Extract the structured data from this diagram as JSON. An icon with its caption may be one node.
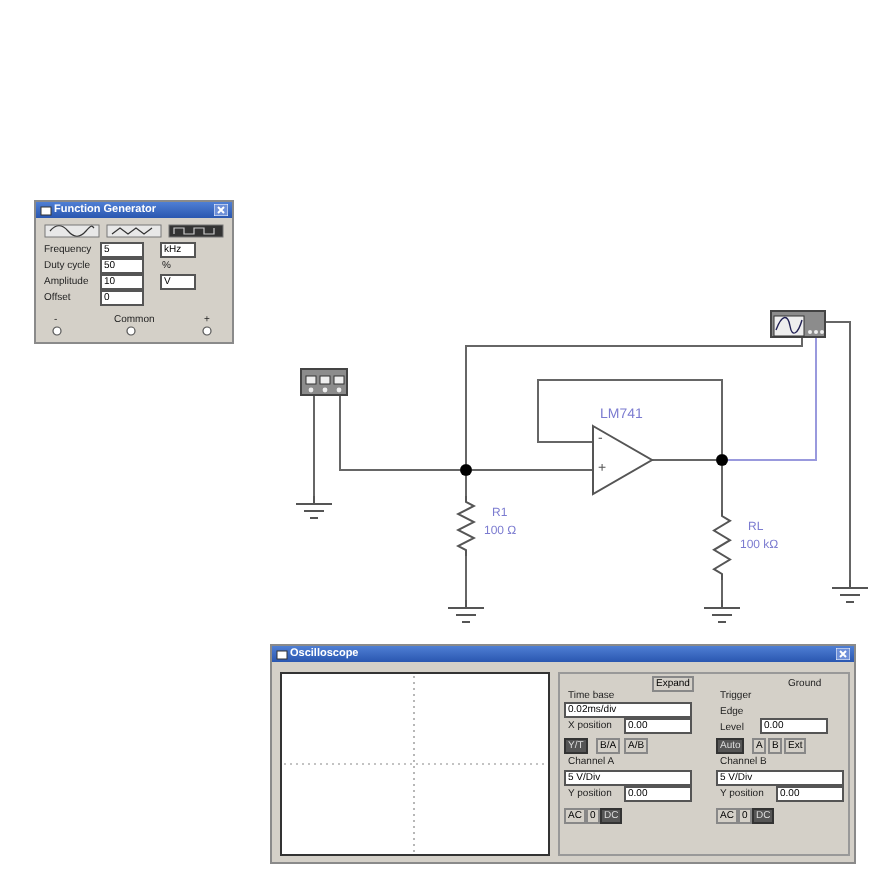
{
  "diagram": {
    "nodes": [
      {
        "text": [
          "Function Generator"
        ]
      },
      {
        "text": [],
        "shape": "box"
      },
      {
        "text": [],
        "shape": "box"
      },
      {
        "text": [
          "LM741"
        ]
      },
      {
        "text": [
          "R1",
          "100 Ω"
        ]
      },
      {
        "text": [
          "RL",
          "100 kΩ"
        ]
      },
      {
        "text": [],
        "shape": "ground"
      },
      {
        "text": [],
        "shape": "ground"
      },
      {
        "text": [],
        "shape": "ground"
      },
      {
        "text": [],
        "shape": "ground"
      },
      {
        "text": [
          "Oscilloscope"
        ]
      },
      {
        "text": [],
        "shape": "dot"
      },
      {
        "text": [],
        "shape": "dot"
      }
    ],
    "edges": [
      {
        "from": 1,
        "to": 6,
        "arrow": "none"
      },
      {
        "from": 1,
        "to": 11,
        "arrow": "none"
      },
      {
        "from": 11,
        "to": 3,
        "arrow": "none"
      },
      {
        "from": 11,
        "to": 4,
        "arrow": "none"
      },
      {
        "from": 11,
        "to": 2,
        "arrow": "none"
      },
      {
        "from": 4,
        "to": 7,
        "arrow": "none"
      },
      {
        "from": 3,
        "to": 12,
        "arrow": "none"
      },
      {
        "from": 12,
        "to": 3,
        "arrow": "none"
      },
      {
        "from": 12,
        "to": 5,
        "arrow": "none"
      },
      {
        "from": 12,
        "to": 2,
        "arrow": "none",
        "color": "#9999dd"
      },
      {
        "from": 5,
        "to": 8,
        "arrow": "none"
      },
      {
        "from": 2,
        "to": 9,
        "arrow": "none"
      }
    ],
    "labels": [
      "Frequency",
      "5",
      "kHz",
      "Duty cycle",
      "50",
      "%",
      "Amplitude",
      "10",
      "V",
      "Offset",
      "0",
      "-",
      "Common",
      "+",
      "Expand",
      "Ground",
      "Time base",
      "0.02ms/div",
      "X position",
      "0.00",
      "Y/T",
      "B/A",
      "A/B",
      "Trigger",
      "Edge",
      "Level",
      "0.00",
      "Auto",
      "A",
      "B",
      "Ext",
      "Channel A",
      "5 V/Div",
      "Y position",
      "0.00",
      "AC",
      "0",
      "DC",
      "Channel B",
      "5 V/Div",
      "Y position",
      "0.00",
      "AC",
      "0",
      "DC",
      "-",
      "+"
    ]
  }
}
